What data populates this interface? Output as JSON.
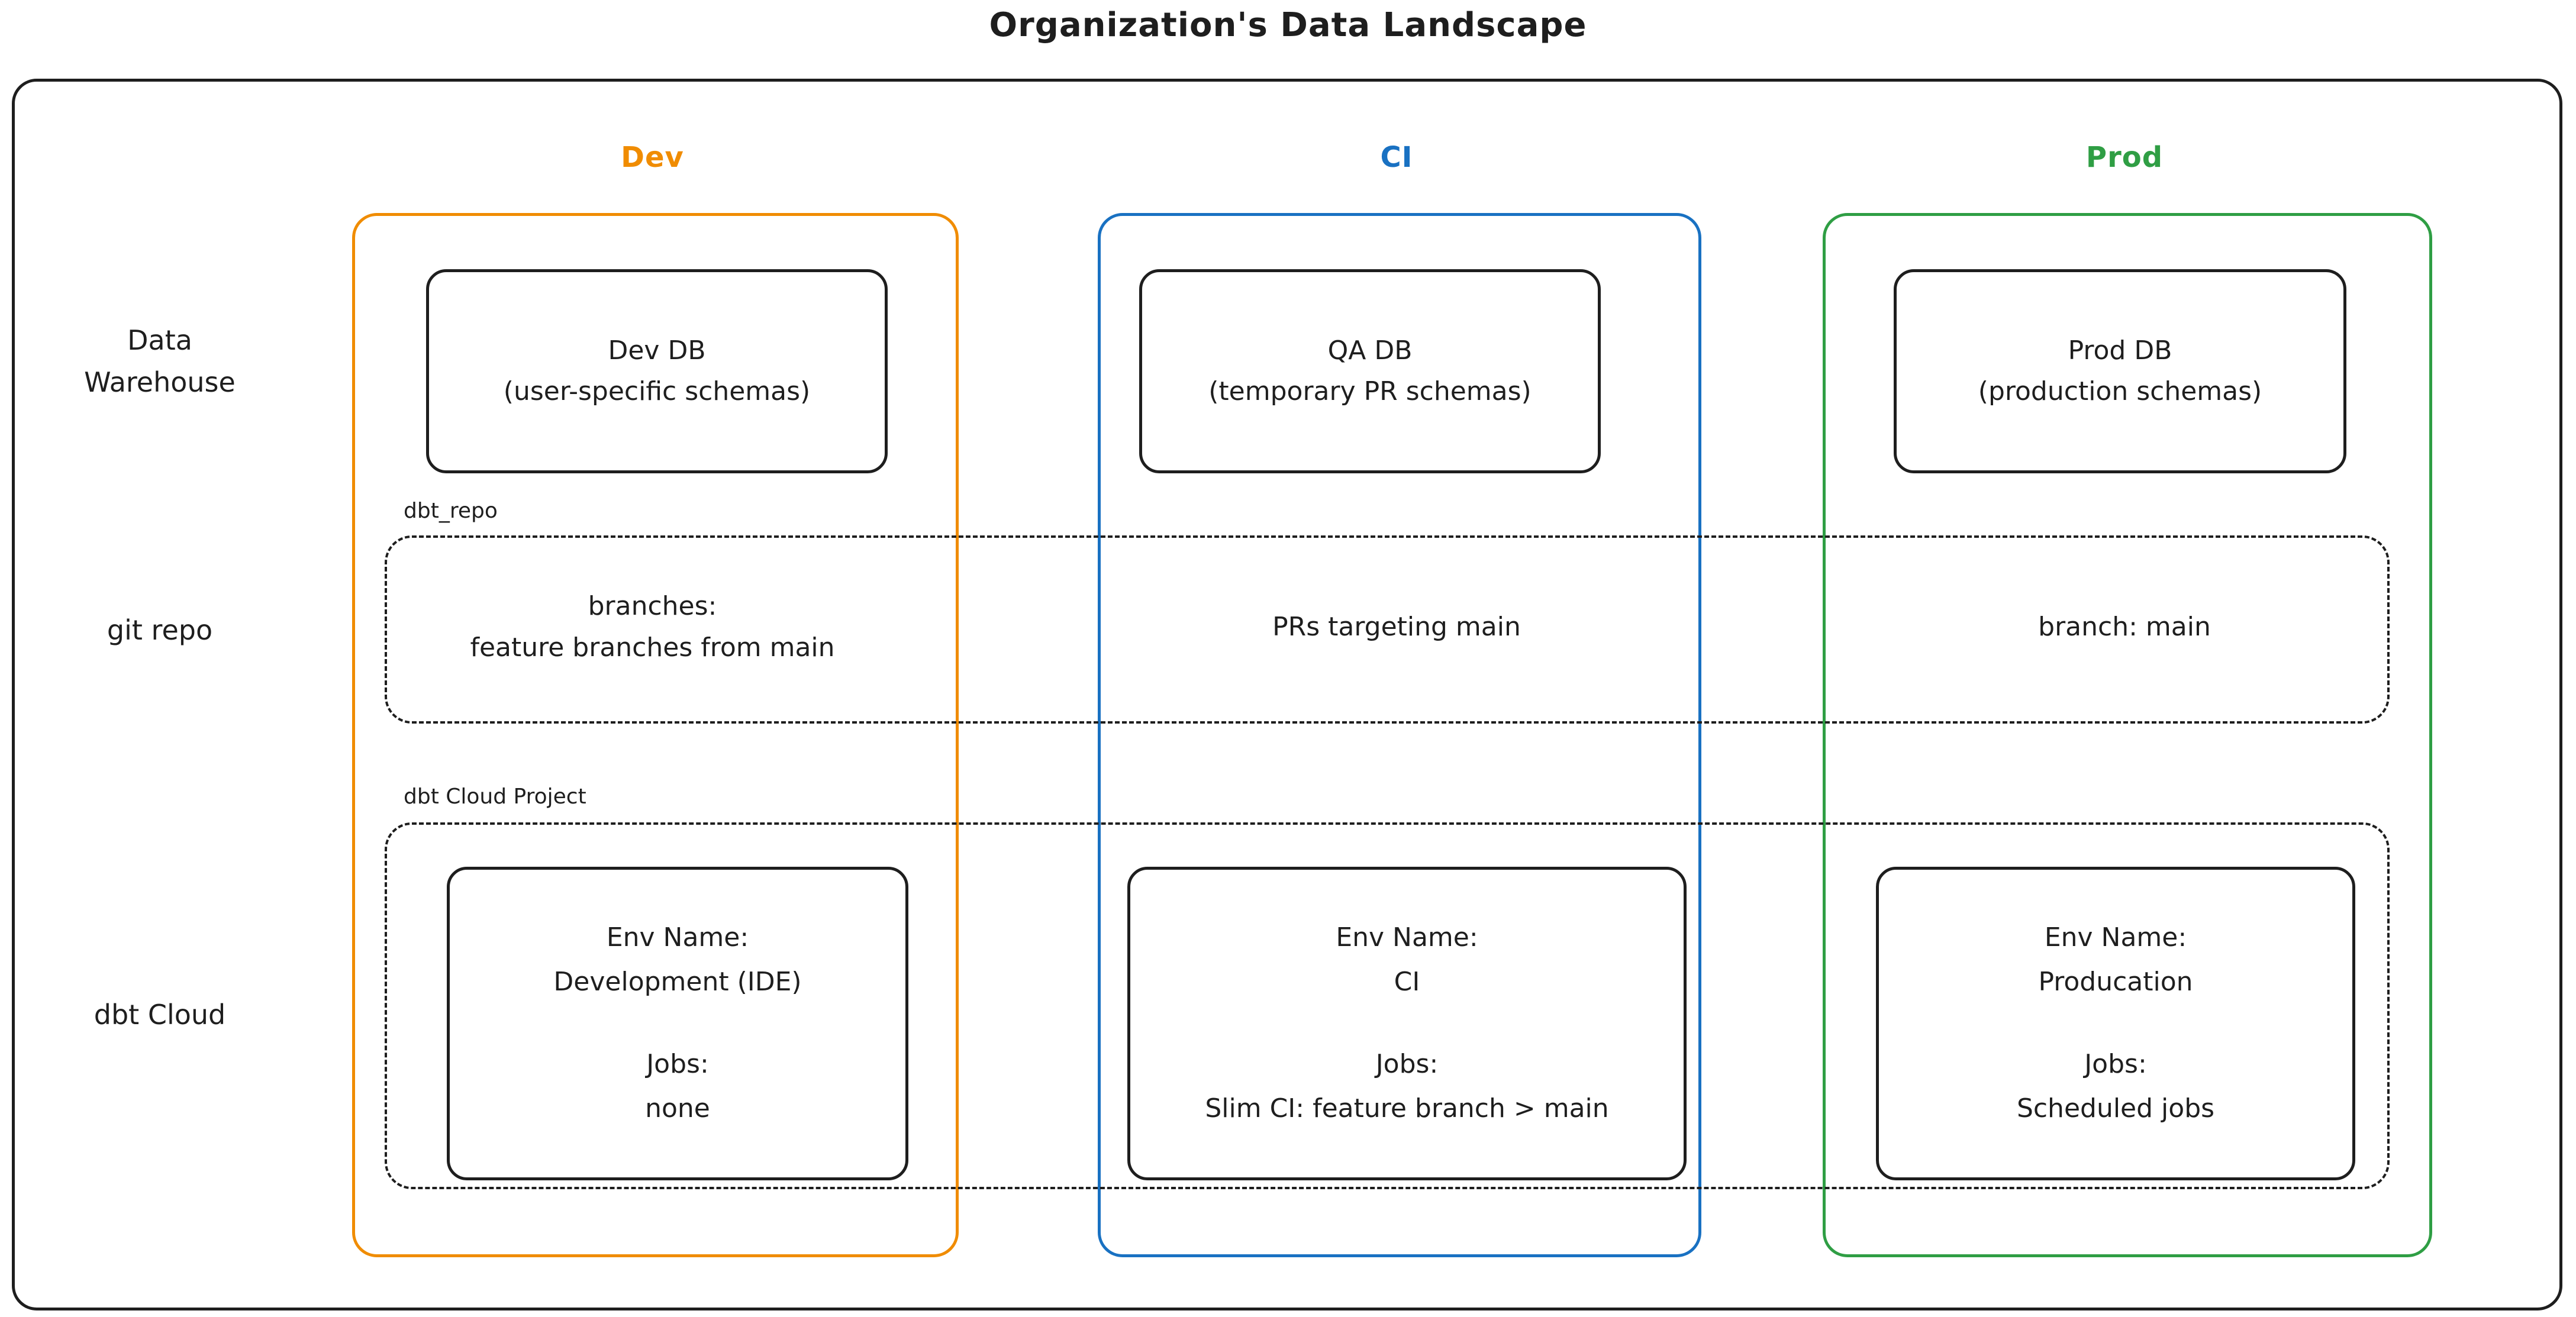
{
  "title": "Organization's Data Landscape",
  "colors": {
    "ink": "#1e1e1e",
    "dev_accent": "#f08c00",
    "ci_accent": "#1971c2",
    "prod_accent": "#2f9e44",
    "background": "#ffffff"
  },
  "row_labels": {
    "warehouse": "Data\nWarehouse",
    "git_repo": "git repo",
    "dbt_cloud": "dbt Cloud"
  },
  "group_labels": {
    "repo_box": "dbt_repo",
    "project_box": "dbt Cloud Project"
  },
  "columns": [
    {
      "header": "Dev",
      "db": {
        "line1": "Dev DB",
        "line2": "(user-specific schemas)"
      },
      "repo": {
        "line1": "branches:",
        "line2": "feature branches from main"
      },
      "env": {
        "env_label": "Env Name:",
        "env_name": "Development (IDE)",
        "jobs_label": "Jobs:",
        "jobs_value": "none"
      }
    },
    {
      "header": "CI",
      "db": {
        "line1": "QA DB",
        "line2": "(temporary PR schemas)"
      },
      "repo": {
        "line1": "PRs targeting main",
        "line2": ""
      },
      "env": {
        "env_label": "Env Name:",
        "env_name": "CI",
        "jobs_label": "Jobs:",
        "jobs_value": "Slim CI: feature branch > main"
      }
    },
    {
      "header": "Prod",
      "db": {
        "line1": "Prod DB",
        "line2": "(production schemas)"
      },
      "repo": {
        "line1": "branch: main",
        "line2": ""
      },
      "env": {
        "env_label": "Env Name:",
        "env_name": "Producation",
        "jobs_label": "Jobs:",
        "jobs_value": "Scheduled jobs"
      }
    }
  ]
}
